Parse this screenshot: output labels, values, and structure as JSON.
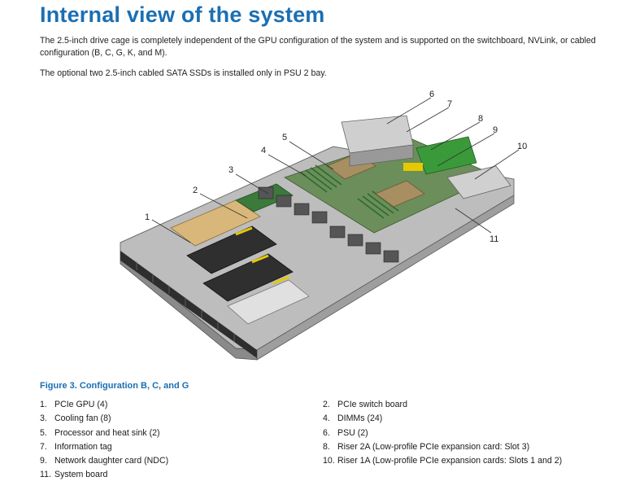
{
  "page": {
    "title": "Internal view of the system",
    "paragraphs": [
      "The 2.5-inch drive cage is completely independent of the GPU configuration of the system and is supported on the switchboard, NVLink, or cabled configuration (B, C, G, K, and M).",
      "The optional two 2.5-inch cabled SATA SSDs is installed only in PSU 2 bay."
    ]
  },
  "figure": {
    "callouts": [
      "1",
      "2",
      "3",
      "4",
      "5",
      "6",
      "7",
      "8",
      "9",
      "10",
      "11"
    ],
    "caption": "Figure 3. Configuration B, C, and G"
  },
  "legend": {
    "left": [
      {
        "num": "1.",
        "text": "PCIe GPU (4)"
      },
      {
        "num": "3.",
        "text": "Cooling fan (8)"
      },
      {
        "num": "5.",
        "text": "Processor and heat sink (2)"
      },
      {
        "num": "7.",
        "text": "Information tag"
      },
      {
        "num": "9.",
        "text": "Network daughter card (NDC)"
      },
      {
        "num": "11.",
        "text": "System board"
      }
    ],
    "right": [
      {
        "num": "2.",
        "text": "PCIe switch board"
      },
      {
        "num": "4.",
        "text": "DIMMs (24)"
      },
      {
        "num": "6.",
        "text": "PSU (2)"
      },
      {
        "num": "8.",
        "text": "Riser 2A (Low-profile PCIe expansion card: Slot 3)"
      },
      {
        "num": "10.",
        "text": "Riser 1A (Low-profile PCIe expansion cards: Slots 1 and 2)"
      }
    ]
  }
}
